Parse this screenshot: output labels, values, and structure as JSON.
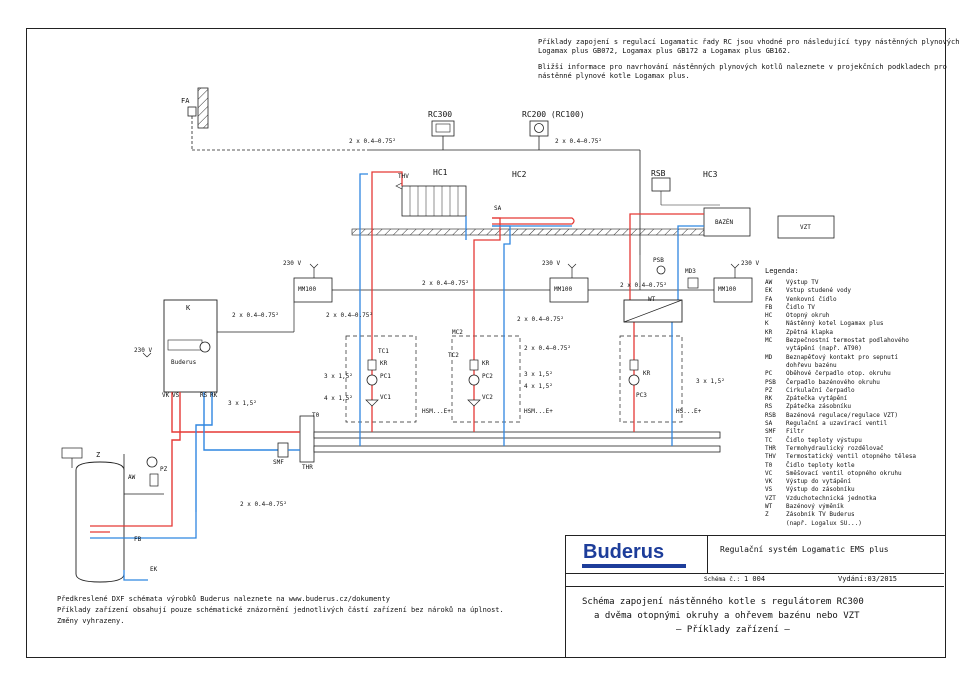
{
  "header": {
    "line1": "Příklady zapojení s regulací Logamatic řady RC jsou vhodné pro následující typy nástěnných plynových kotlů:",
    "line2": "Logamax plus GB072, Logamax plus GB172 a Logamax plus GB162.",
    "line3": "Bližší informace pro navrhování nástěnných plynových kotlů naleznete v projekčních podkladech pro",
    "line4": "nástěnné plynové kotle Logamax plus."
  },
  "labels": {
    "fa": "FA",
    "rc300": "RC300",
    "rc200": "RC200 (RC100)",
    "cable_2x_a": "2 x 0.4–0.75²",
    "cable_2x_b": "2 x 0.4–0.75²",
    "thv": "THV",
    "hc1": "HC1",
    "hc2": "HC2",
    "rsb": "RSB",
    "hc3": "HC3",
    "sa": "SA",
    "bazen": "BAZÉN",
    "vzt": "VZT",
    "v230_1": "230 V",
    "v230_2": "230 V",
    "v230_3": "230 V",
    "v230_boiler": "230 V",
    "psb": "PSB",
    "md3": "MD3",
    "mm100_1": "MM100",
    "mm100_2": "MM100",
    "mm100_3": "MM100",
    "wt": "WT",
    "k": "K",
    "buderus_small": "Buderus",
    "cable_k": "2 x 0.4–0.75²",
    "cable_mm1": "2 x 0.4–0.75²",
    "cable_mm1_top": "2 x 0.4–0.75²",
    "cable_mm2": "2 x 0.4–0.75²",
    "cable_mm2_top": "2 x 0.4–0.75²",
    "cable_mm3": "2 x 0.4–0.75²",
    "cable_mm2_b": "2 x 0.4–0.75²",
    "mc2": "MC2",
    "tc1": "TC1",
    "tc2": "TC2",
    "kr1": "KR",
    "kr2": "KR",
    "kr3": "KR",
    "pc1": "PC1",
    "pc2": "PC2",
    "pc3": "PC3",
    "vc1": "VC1",
    "vc2": "VC2",
    "c3x15_1": "3 x 1,5²",
    "c4x15_1": "4 x 1,5²",
    "c3x15_2": "3 x 1,5²",
    "c4x15_2": "4 x 1,5²",
    "c3x15_3": "3 x 1,5²",
    "c3x15_k": "3 x 1,5²",
    "hsm1": "HSM...E+",
    "hsm2": "HSM...E+",
    "hs": "HS...E+",
    "vk": "VK",
    "vs": "VS",
    "rs": "RS",
    "rk": "RK",
    "t0": "T0",
    "smf": "SMF",
    "thr": "THR",
    "z": "Z",
    "aw": "AW",
    "pz": "PZ",
    "fb": "FB",
    "ek": "EK",
    "cable_bottom": "2 x 0.4–0.75²"
  },
  "legend": {
    "title": "Legenda:",
    "items": [
      {
        "code": "AW",
        "desc": "Výstup TV"
      },
      {
        "code": "EK",
        "desc": "Vstup studené vody"
      },
      {
        "code": "FA",
        "desc": "Venkovní čidlo"
      },
      {
        "code": "FB",
        "desc": "Čidlo TV"
      },
      {
        "code": "HC",
        "desc": "Otopný okruh"
      },
      {
        "code": "K",
        "desc": "Nástěnný kotel Logamax plus"
      },
      {
        "code": "KR",
        "desc": "Zpětná klapka"
      },
      {
        "code": "MC",
        "desc": "Bezpečnostní termostat podlahového"
      },
      {
        "code": "",
        "desc": "vytápění (např. AT90)"
      },
      {
        "code": "MD",
        "desc": "Beznapěťový kontakt pro sepnutí"
      },
      {
        "code": "",
        "desc": "dohřevu bazénu"
      },
      {
        "code": "PC",
        "desc": "Oběhové čerpadlo otop. okruhu"
      },
      {
        "code": "PSB",
        "desc": "Čerpadlo bazénového okruhu"
      },
      {
        "code": "PZ",
        "desc": "Cirkulační čerpadlo"
      },
      {
        "code": "RK",
        "desc": "Zpátečka vytápění"
      },
      {
        "code": "RS",
        "desc": "Zpátečka zásobníku"
      },
      {
        "code": "RSB",
        "desc": "Bazénová regulace/regulace VZT)"
      },
      {
        "code": "SA",
        "desc": "Regulační a uzavírací ventil"
      },
      {
        "code": "SMF",
        "desc": "Filtr"
      },
      {
        "code": "TC",
        "desc": "Čidlo teploty výstupu"
      },
      {
        "code": "THR",
        "desc": "Termohydraulický rozdělovač"
      },
      {
        "code": "THV",
        "desc": "Termostatický ventil otopného tělesa"
      },
      {
        "code": "T0",
        "desc": "Čidlo teploty kotle"
      },
      {
        "code": "VC",
        "desc": "Směšovací ventil otopného okruhu"
      },
      {
        "code": "VK",
        "desc": "Výstup do vytápění"
      },
      {
        "code": "VS",
        "desc": "Výstup do zásobníku"
      },
      {
        "code": "VZT",
        "desc": "Vzduchotechnická jednotka"
      },
      {
        "code": "WT",
        "desc": "Bazénový výměník"
      },
      {
        "code": "Z",
        "desc": "Zásobník TV Buderus"
      },
      {
        "code": "",
        "desc": "(např. Logalux SU...)"
      }
    ]
  },
  "titleblock": {
    "brand": "Buderus",
    "system": "Regulační systém Logamatic EMS plus",
    "scheme_label": "Schéma č.:",
    "scheme_no": "1 004",
    "issued": "Vydání:03/2015",
    "title_l1": "Schéma zapojení nástěnného kotle s regulátorem RC300",
    "title_l2": "a dvěma otopnými okruhy a ohřevem bazénu nebo VZT",
    "title_l3": "— Příklady zařízení —"
  },
  "footer": {
    "line1": "Předkreslené DXF schémata výrobků Buderus naleznete na www.buderus.cz/dokumenty",
    "line2": "Příklady zařízení obsahují pouze schématické znázornění jednotlivých částí zařízení bez nároků na úplnost.",
    "line3": "Změny vyhrazeny."
  },
  "colors": {
    "supply": "#e53935",
    "return": "#2f86e0",
    "brand_blue": "#1d3d9a",
    "line": "#222222"
  }
}
